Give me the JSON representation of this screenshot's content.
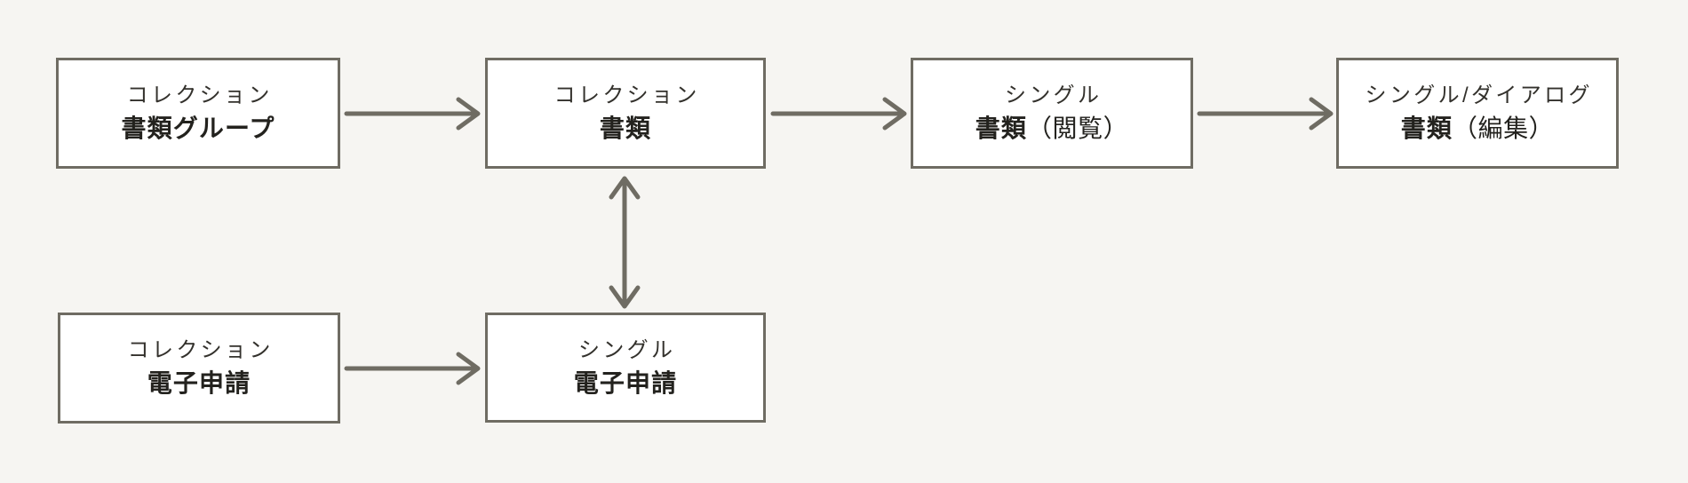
{
  "diagram": {
    "title": "screen-flow-diagram",
    "nodes": [
      {
        "id": "document-group",
        "type_label": "コレクション",
        "name_bold": "書類グループ",
        "name_suffix": ""
      },
      {
        "id": "document-collection",
        "type_label": "コレクション",
        "name_bold": "書類",
        "name_suffix": ""
      },
      {
        "id": "document-view",
        "type_label": "シングル",
        "name_bold": "書類",
        "name_suffix": "（閲覧）"
      },
      {
        "id": "document-edit",
        "type_label": "シングル/ダイアログ",
        "name_bold": "書類",
        "name_suffix": "（編集）"
      },
      {
        "id": "e-application-collection",
        "type_label": "コレクション",
        "name_bold": "電子申請",
        "name_suffix": ""
      },
      {
        "id": "e-application-single",
        "type_label": "シングル",
        "name_bold": "電子申請",
        "name_suffix": ""
      }
    ],
    "edges": [
      {
        "from": "document-group",
        "to": "document-collection",
        "direction": "right"
      },
      {
        "from": "document-collection",
        "to": "document-view",
        "direction": "right"
      },
      {
        "from": "document-view",
        "to": "document-edit",
        "direction": "right"
      },
      {
        "from": "e-application-collection",
        "to": "e-application-single",
        "direction": "right"
      },
      {
        "from": "document-collection",
        "to": "e-application-single",
        "direction": "both"
      }
    ]
  },
  "colors": {
    "background": "#f6f5f2",
    "box_background": "#ffffff",
    "box_border": "#6f6c63",
    "arrow": "#6f6c63",
    "text_primary": "#23221e",
    "text_secondary": "#33312c"
  }
}
